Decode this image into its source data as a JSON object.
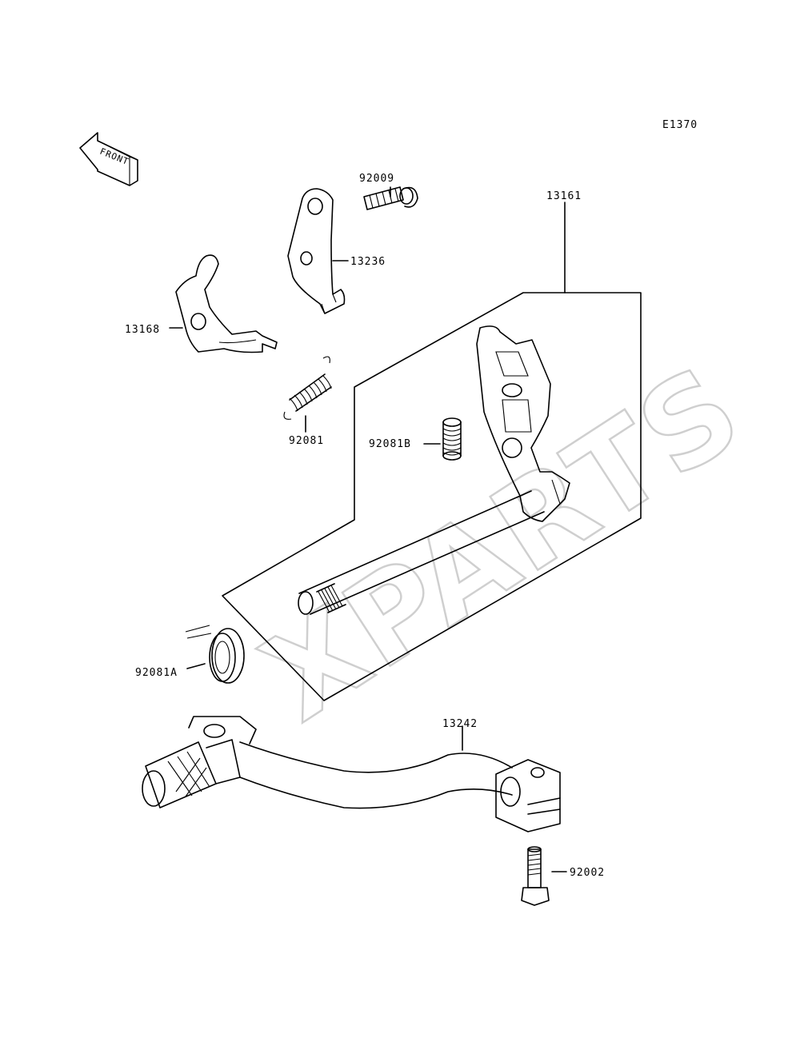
{
  "diagram_code": "E1370",
  "front_label": "FRONT",
  "watermark": "XPARTS",
  "parts": {
    "p92009": "92009",
    "p13236": "13236",
    "p13161": "13161",
    "p13168": "13168",
    "p92081": "92081",
    "p92081B": "92081B",
    "p92081A": "92081A",
    "p13242": "13242",
    "p92002": "92002"
  }
}
